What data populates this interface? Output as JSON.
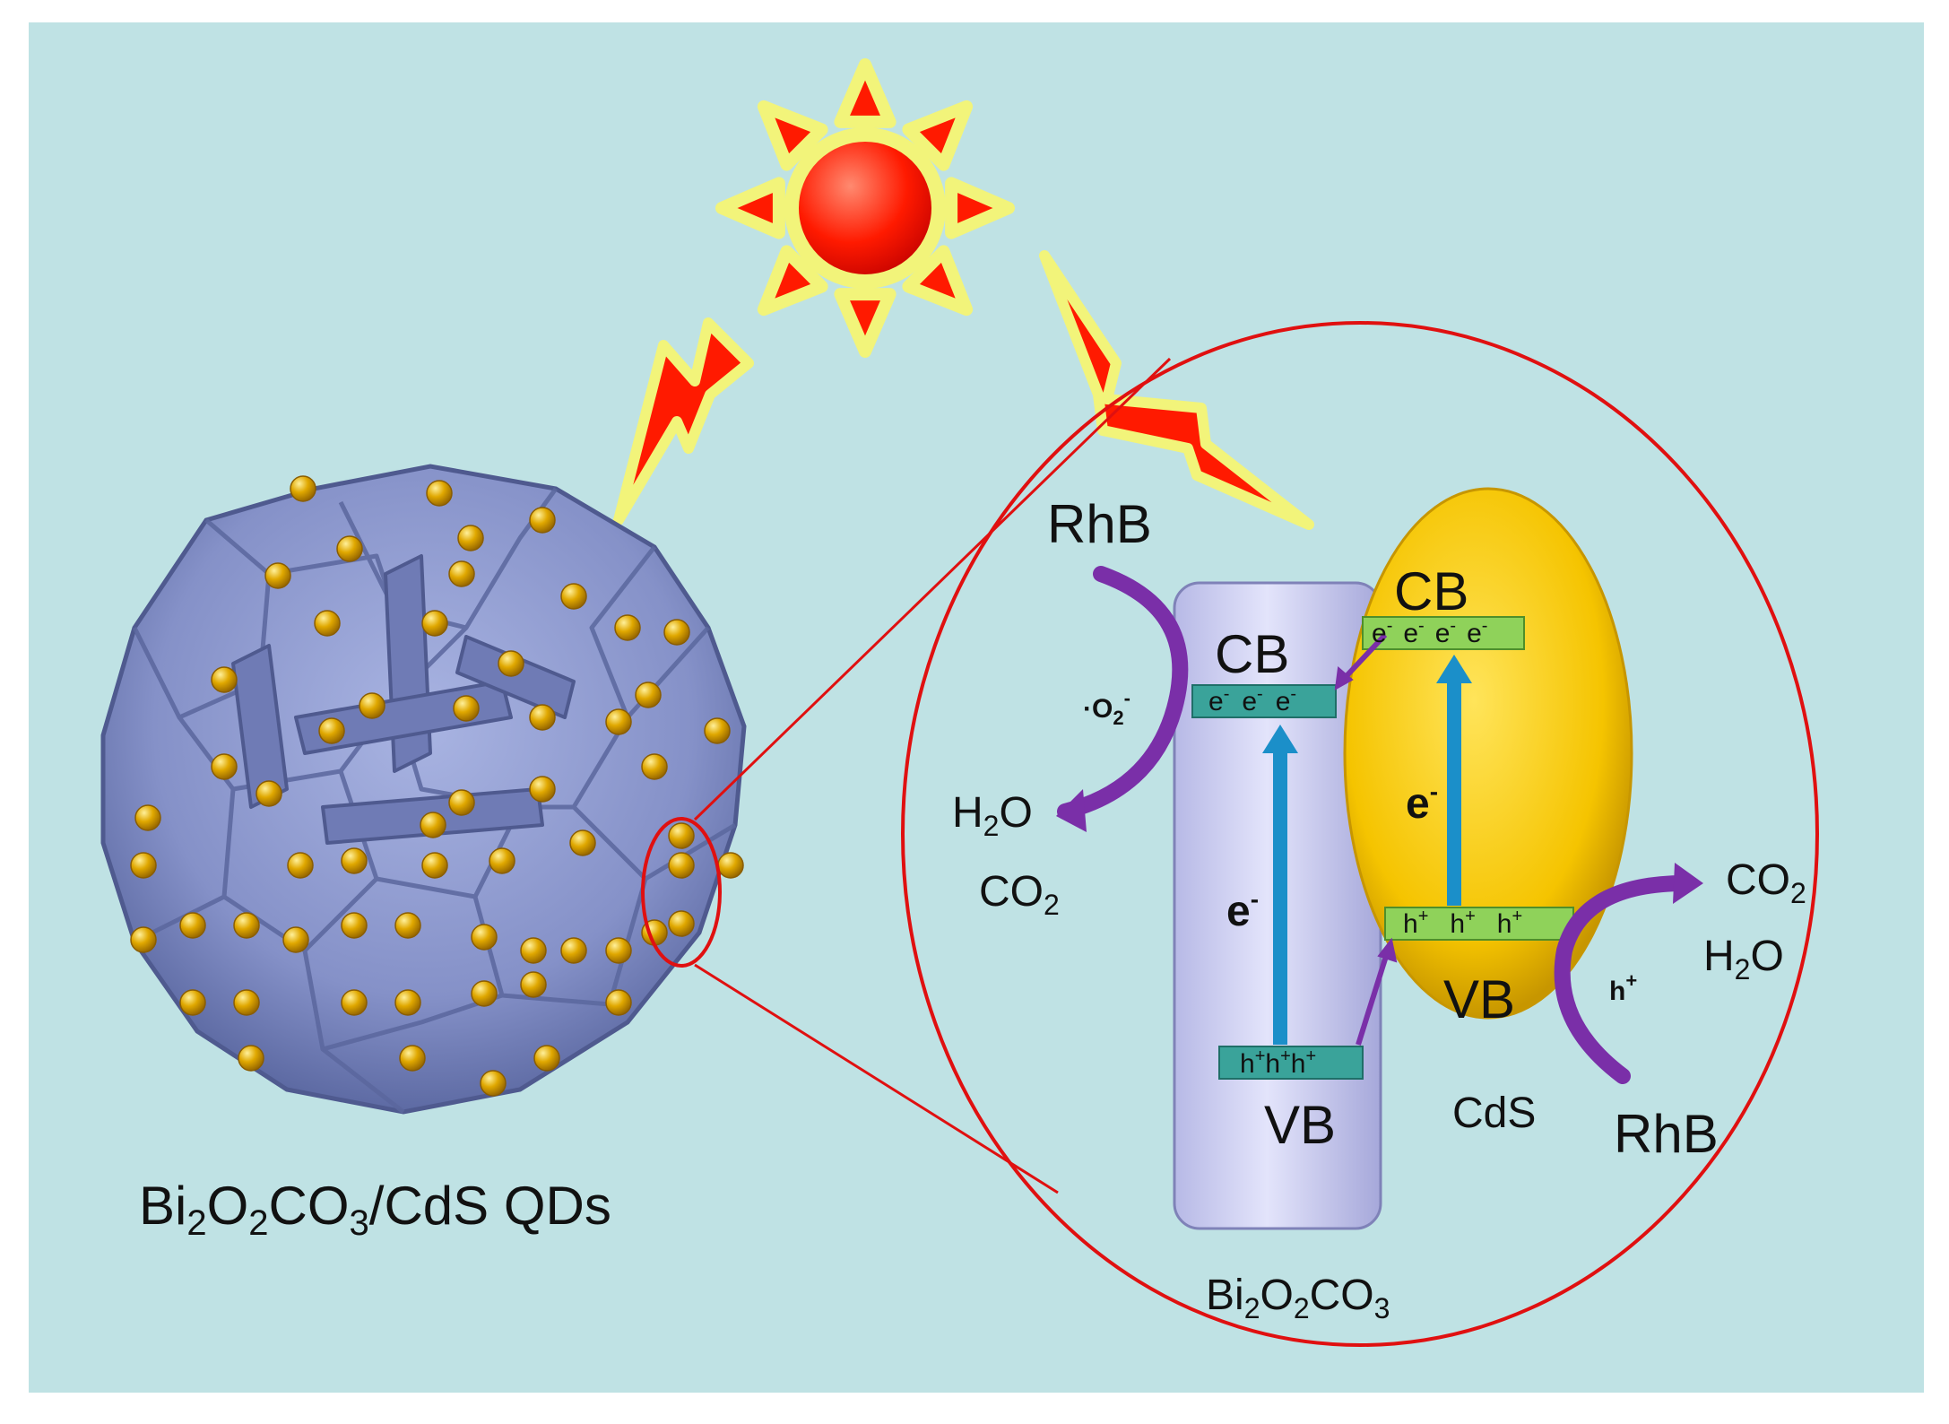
{
  "composite_label": {
    "main": "Bi",
    "sub1": "2",
    "mid1": "O",
    "sub2": "2",
    "mid2": "CO",
    "sub3": "3",
    "tail": "/CdS QDs"
  },
  "bi2o2co3": {
    "name": {
      "main": "Bi",
      "sub1": "2",
      "mid1": "O",
      "sub2": "2",
      "mid2": "CO",
      "sub3": "3"
    },
    "cb_label": "CB",
    "vb_label": "VB",
    "cb_electrons": [
      "e",
      "e",
      "e"
    ],
    "vb_holes": [
      "h",
      "h",
      "h"
    ],
    "transition_label": "e",
    "charge_minus": "-",
    "charge_plus": "+"
  },
  "cds": {
    "name": "CdS",
    "cb_label": "CB",
    "vb_label": "VB",
    "cb_electrons": [
      "e",
      "e",
      "e",
      "e"
    ],
    "vb_holes": [
      "h",
      "h",
      "h"
    ],
    "transition_label": "e"
  },
  "left_reaction": {
    "reactant": "RhB",
    "radical_dot": "·",
    "radical": "O",
    "radical_sub": "2",
    "radical_charge": "-",
    "product1": "H",
    "product1_sub": "2",
    "product1_tail": "O",
    "product2": "CO",
    "product2_sub": "2"
  },
  "right_reaction": {
    "reactant": "RhB",
    "oxidant": "h",
    "oxidant_charge": "+",
    "product1": "CO",
    "product1_sub": "2",
    "product2": "H",
    "product2_sub": "2",
    "product2_tail": "O"
  },
  "colors": {
    "background": "#bfe2e4",
    "magnifier": "#e01010",
    "bi2o2co3_bar": "#cfd1f2",
    "cds_ellipse": "#f5c400",
    "band_teal": "#3aa39a",
    "band_green": "#8fd25a",
    "transition_arrow": "#1b8fc9",
    "reaction_arrow": "#7a2fa8",
    "sun": "#ff1a00",
    "glow": "#f2f47a",
    "particle": "#8e9bd0",
    "qd": "#e0a800"
  }
}
